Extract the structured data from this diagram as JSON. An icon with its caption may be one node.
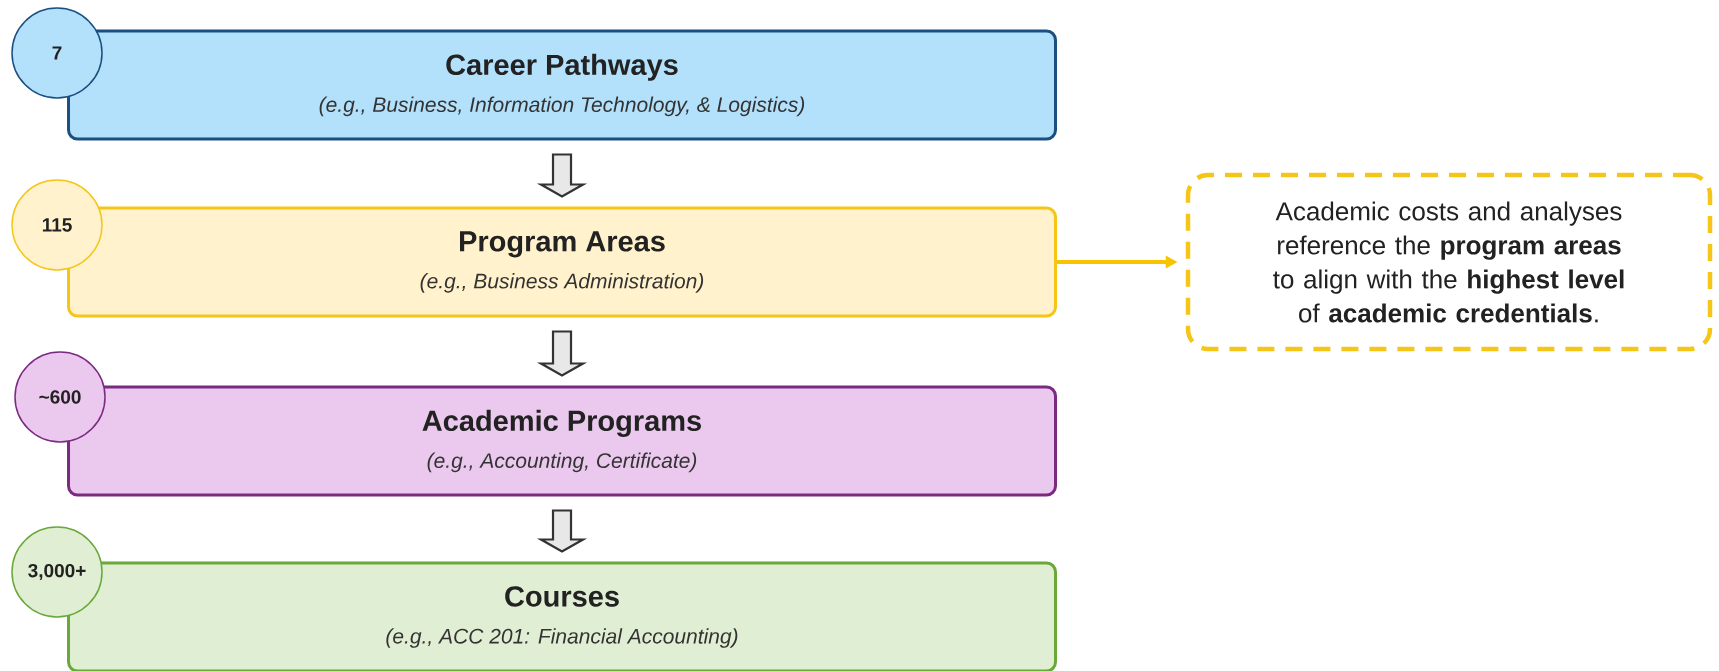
{
  "diagram": {
    "nodes": [
      {
        "text": [
          "Career Pathways",
          "(e.g., Business, Information Technology, & Logistics)"
        ]
      },
      {
        "text": [
          "7"
        ]
      },
      {
        "text": [
          "Program Areas",
          "(e.g., Business Administration)"
        ]
      },
      {
        "text": [
          "115"
        ]
      },
      {
        "text": [
          "Academic Programs",
          "(e.g., Accounting, Certificate)"
        ]
      },
      {
        "text": [
          "~600"
        ]
      },
      {
        "text": [
          "Courses",
          "(e.g., ACC 201: Financial Accounting)"
        ]
      },
      {
        "text": [
          "3,000+"
        ]
      },
      {
        "text": [
          "Academic costs and analyses reference the **program areas** to align with the **highest level** of **academic credentials**."
        ]
      }
    ],
    "edges": [
      {
        "from": 0,
        "to": 2,
        "arrow": "to"
      },
      {
        "from": 2,
        "to": 4,
        "arrow": "to"
      },
      {
        "from": 4,
        "to": 6,
        "arrow": "to"
      },
      {
        "from": 2,
        "to": 8,
        "arrow": "to",
        "color": "#f8c300"
      }
    ]
  }
}
